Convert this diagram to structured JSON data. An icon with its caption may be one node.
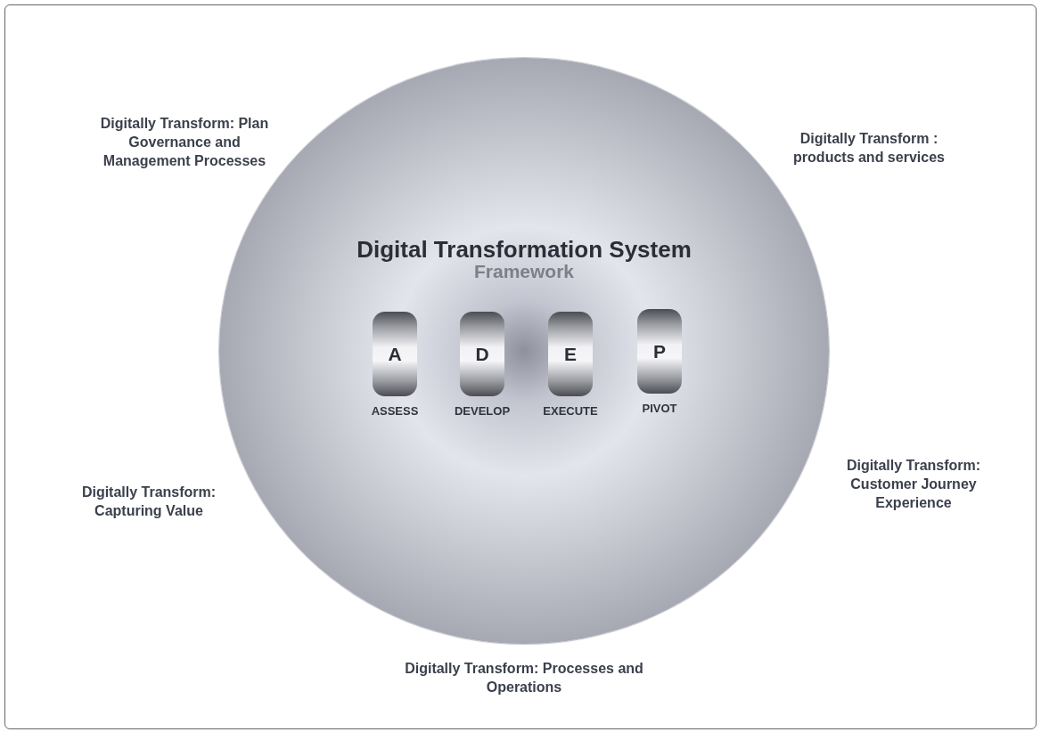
{
  "diagram": {
    "nodes": [
      {
        "text": [
          "Digital Transformation System",
          "Framework"
        ]
      },
      {
        "text": [
          "A"
        ],
        "beside": [
          "ASSESS"
        ],
        "in": 0
      },
      {
        "text": [
          "D"
        ],
        "beside": [
          "DEVELOP"
        ],
        "in": 0
      },
      {
        "text": [
          "E"
        ],
        "beside": [
          "EXECUTE"
        ],
        "in": 0
      },
      {
        "text": [
          "P"
        ],
        "beside": [
          "PIVOT"
        ],
        "in": 0
      }
    ],
    "edges": [],
    "labels": [
      "Digitally Transform: Plan Governance and Management Processes",
      "Digitally Transform : products and services",
      "Digitally Transform: Capturing Value",
      "Digitally Transform: Customer Journey Experience",
      "Digitally Transform: Processes and Operations"
    ]
  }
}
